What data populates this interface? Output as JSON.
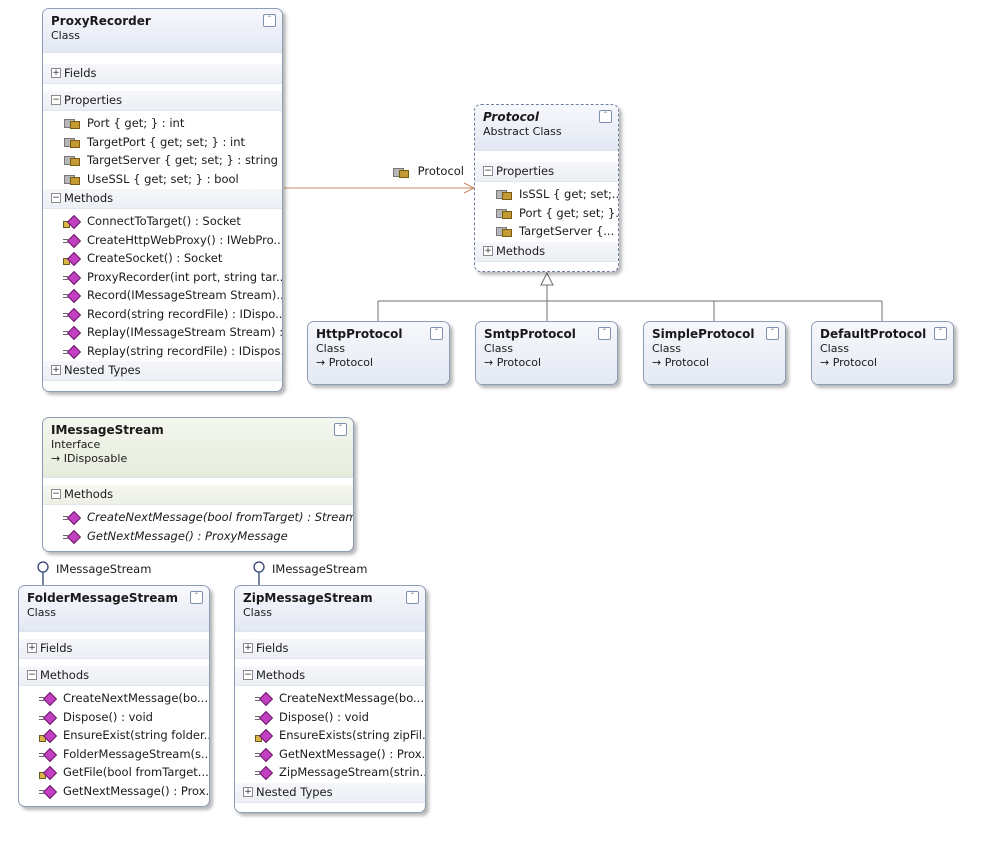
{
  "classes": {
    "proxyrecorder": {
      "name": "ProxyRecorder",
      "kind": "Class",
      "sections": {
        "fields": "Fields",
        "properties": "Properties",
        "methods": "Methods",
        "nested": "Nested Types"
      },
      "properties": [
        "Port { get; } : int",
        "TargetPort { get; set; } : int",
        "TargetServer { get; set; } : string",
        "UseSSL { get; set; } : bool"
      ],
      "methods": [
        "ConnectToTarget() : Socket",
        "CreateHttpWebProxy() : IWebPro...",
        "CreateSocket() : Socket",
        "ProxyRecorder(int port, string tar...",
        "Record(IMessageStream Stream)...",
        "Record(string recordFile) : IDispo...",
        "Replay(IMessageStream Stream) :...",
        "Replay(string recordFile) : IDispos..."
      ]
    },
    "protocol": {
      "name": "Protocol",
      "kind": "Abstract Class",
      "sections": {
        "properties": "Properties",
        "methods": "Methods"
      },
      "properties": [
        "IsSSL { get; set;...",
        "Port { get; set; }...",
        "TargetServer {..."
      ]
    },
    "httpprotocol": {
      "name": "HttpProtocol",
      "kind": "Class",
      "inherits": "→ Protocol"
    },
    "smtpprotocol": {
      "name": "SmtpProtocol",
      "kind": "Class",
      "inherits": "→ Protocol"
    },
    "simpleprotocol": {
      "name": "SimpleProtocol",
      "kind": "Class",
      "inherits": "→ Protocol"
    },
    "defaultprotocol": {
      "name": "DefaultProtocol",
      "kind": "Class",
      "inherits": "→ Protocol"
    },
    "imessagestream": {
      "name": "IMessageStream",
      "kind": "Interface",
      "inherits": "→ IDisposable",
      "sections": {
        "methods": "Methods"
      },
      "methods": [
        "CreateNextMessage(bool fromTarget) : Stream",
        "GetNextMessage() : ProxyMessage"
      ]
    },
    "foldermessagestream": {
      "name": "FolderMessageStream",
      "kind": "Class",
      "sections": {
        "fields": "Fields",
        "methods": "Methods"
      },
      "methods": [
        "CreateNextMessage(bo...",
        "Dispose() : void",
        "EnsureExist(string folder...",
        "FolderMessageStream(s...",
        "GetFile(bool fromTarget...",
        "GetNextMessage() : Prox..."
      ]
    },
    "zipmessagestream": {
      "name": "ZipMessageStream",
      "kind": "Class",
      "sections": {
        "fields": "Fields",
        "methods": "Methods",
        "nested": "Nested Types"
      },
      "methods": [
        "CreateNextMessage(bo...",
        "Dispose() : void",
        "EnsureExists(string zipFil...",
        "GetNextMessage() : Prox...",
        "ZipMessageStream(strin..."
      ]
    }
  },
  "connectors": {
    "association_label": "Protocol",
    "lollipop_folder": "IMessageStream",
    "lollipop_zip": "IMessageStream"
  },
  "colors": {
    "border": "#8e9cb8",
    "header": "#e3e8f3",
    "association": "#c98a6a",
    "inheritance": "#707070"
  }
}
